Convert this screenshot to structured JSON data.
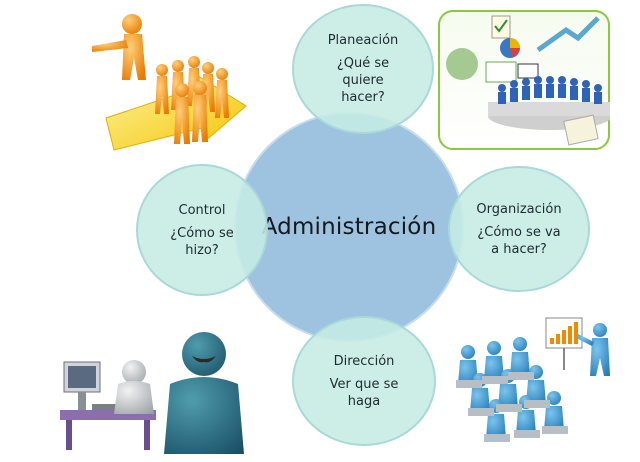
{
  "center": {
    "title": "Administración"
  },
  "nodes": {
    "top": {
      "label": "Planeación",
      "question": "¿Qué se\nquiere\nhacer?"
    },
    "right": {
      "label": "Organización",
      "question": "¿Cómo se va\na hacer?"
    },
    "bottom": {
      "label": "Dirección",
      "question": "Ver que se\nhaga"
    },
    "left": {
      "label": "Control",
      "question": "¿Cómo se\nhizo?"
    }
  },
  "colors": {
    "center_fill": "#8cb8da",
    "node_fill": "#c6ece4",
    "node_border": "#a9d8d8"
  },
  "illustrations": {
    "top_left": "leader-pointing-followers-arrow",
    "top_right": "team-meeting-planning-board",
    "bottom_left": "supervisor-watching-computer-worker",
    "bottom_right": "presenter-chart-audience"
  }
}
